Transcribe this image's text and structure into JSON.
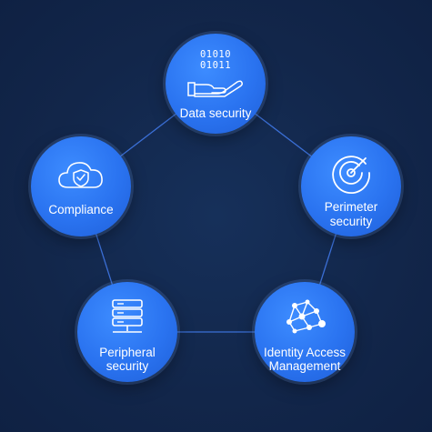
{
  "nodes": {
    "data_security": {
      "label": "Data security",
      "binary_line1": "01010",
      "binary_line2": "01011",
      "icon": "hand-data-icon"
    },
    "perimeter_security": {
      "label_line1": "Perimeter",
      "label_line2": "security",
      "icon": "target-radar-icon"
    },
    "identity_access_management": {
      "label_line1": "Identity Access",
      "label_line2": "Management",
      "icon": "network-nodes-icon"
    },
    "peripheral_security": {
      "label_line1": "Peripheral",
      "label_line2": "security",
      "icon": "server-stack-icon"
    },
    "compliance": {
      "label": "Compliance",
      "icon": "cloud-shield-icon"
    }
  },
  "colors": {
    "background": "#12264a",
    "node_fill": "#2a73f0",
    "link_line": "#3b6fd6"
  }
}
